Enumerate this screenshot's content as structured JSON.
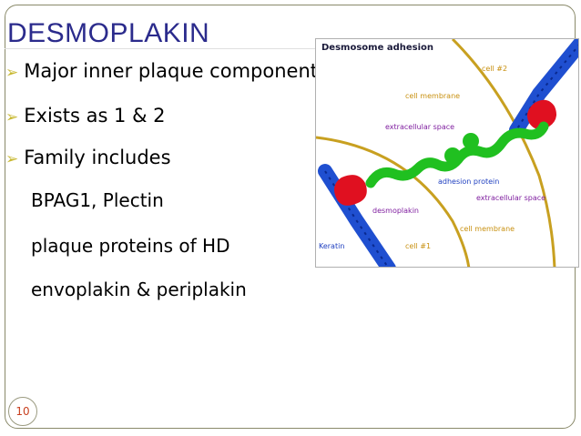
{
  "slide": {
    "title": "DESMOPLAKIN",
    "bullets": [
      "Major inner plaque component",
      "Exists as 1 & 2",
      "Family includes"
    ],
    "sub_items": [
      "BPAG1, Plectin",
      "plaque proteins of HD",
      "envoplakin & periplakin"
    ],
    "page_number": "10"
  },
  "figure": {
    "title": "Desmosome adhesion",
    "labels": {
      "cell2": "cell #2",
      "cell_membrane_top": "cell membrane",
      "extracellular_top": "extracellular space",
      "adhesion_protein": "adhesion protein",
      "extracellular_bottom": "extracellular space",
      "desmoplakin": "desmoplakin",
      "cell_membrane_bottom": "cell membrane",
      "keratin": "Keratin",
      "cell1": "cell #1"
    }
  },
  "colors": {
    "title": "#2b2b8c",
    "bullet_arrow": "#c8b830",
    "page_number": "#c84020",
    "keratin": "#1f4fd0",
    "desmoplakin": "#e01020",
    "adhesion_protein": "#20c020",
    "membrane": "#c8a020",
    "label_yellow": "#c89010",
    "label_purple": "#8020a0",
    "label_blue": "#2040c0"
  }
}
